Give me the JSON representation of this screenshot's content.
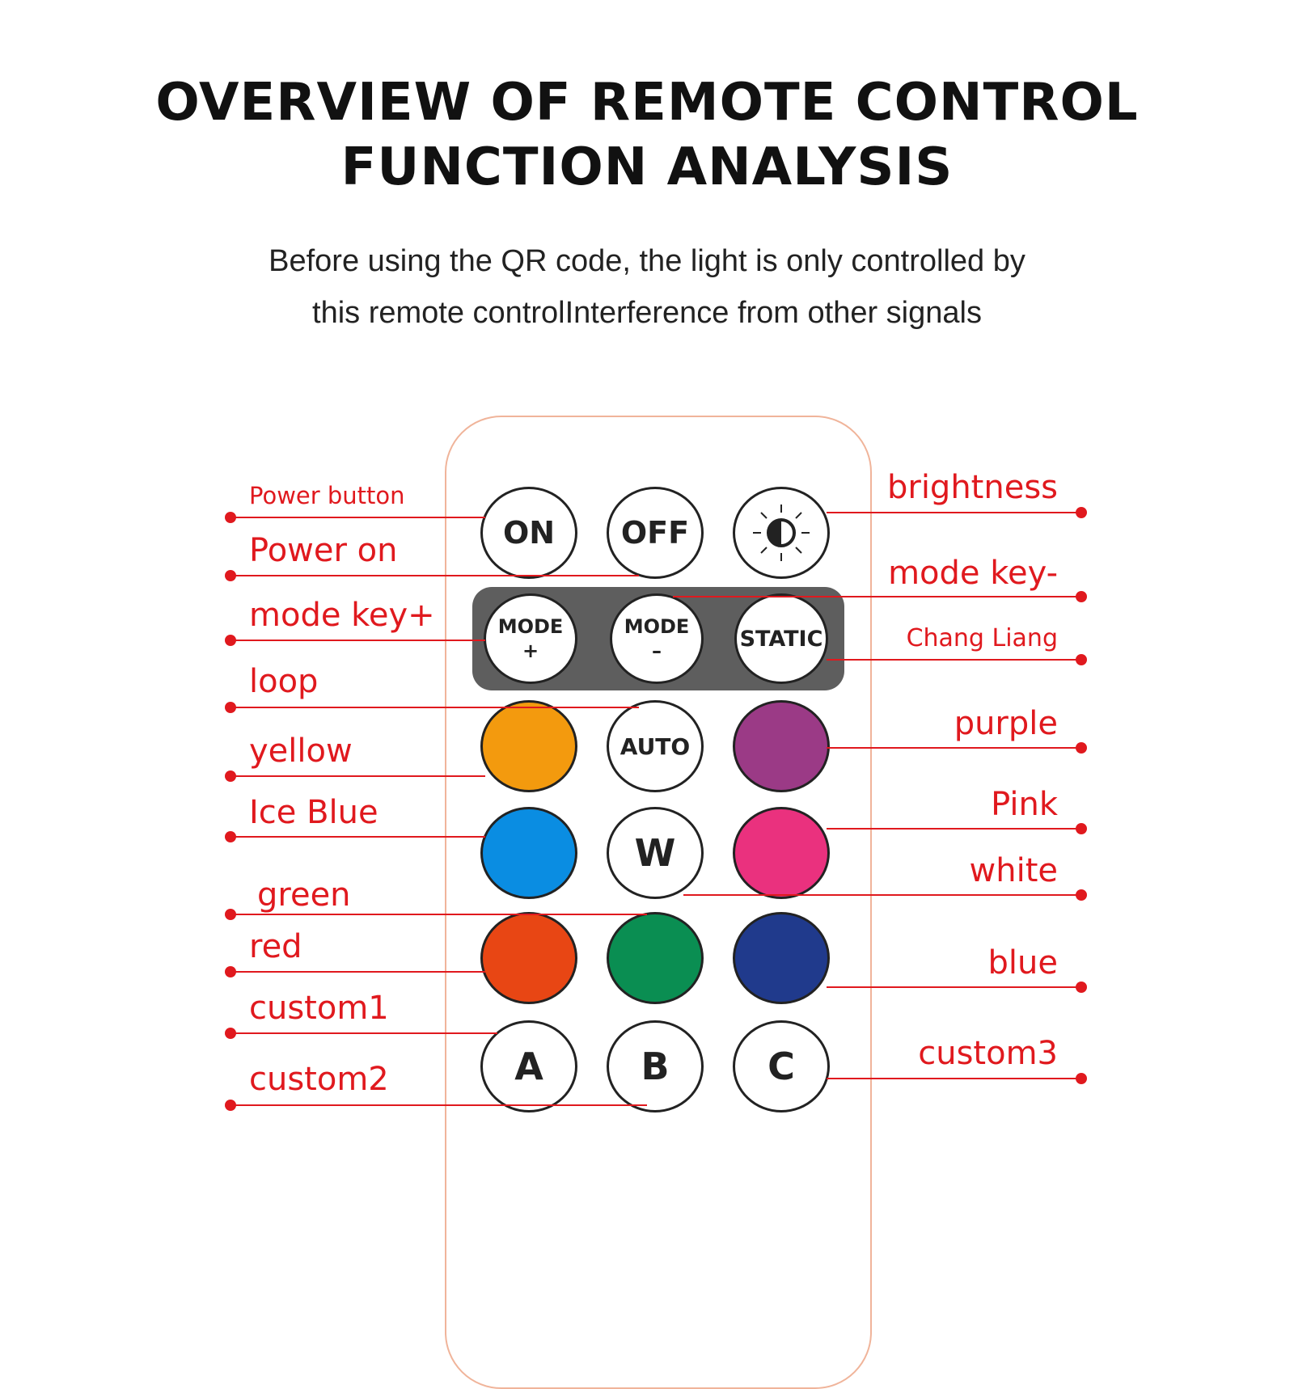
{
  "title_line1": "OVERVIEW OF REMOTE CONTROL",
  "title_line2": "FUNCTION ANALYSIS",
  "subtitle_line1": "Before using the QR code, the light is only controlled by",
  "subtitle_line2": "this remote controlInterference from other signals",
  "colors": {
    "label": "#e0191e",
    "yellow": "#f39a0e",
    "purple": "#9b3a86",
    "ice_blue": "#0a8de2",
    "pink": "#ea317e",
    "red": "#e84614",
    "green": "#0a8e52",
    "blue": "#203a8c",
    "mode_panel": "#5e5e5e"
  },
  "buttons": {
    "on": "ON",
    "off": "OFF",
    "mode_plus_top": "MODE",
    "mode_plus_bottom": "+",
    "mode_minus_top": "MODE",
    "mode_minus_bottom": "–",
    "static": "STATIC",
    "auto": "AUTO",
    "w": "W",
    "a": "A",
    "b": "B",
    "c": "C"
  },
  "left_labels": {
    "power_button": "Power button",
    "power_on": "Power on",
    "mode_key_plus": "mode key+",
    "loop": "loop",
    "yellow": "yellow",
    "ice_blue": "Ice Blue",
    "green": "green",
    "red": "red",
    "custom1": "custom1",
    "custom2": "custom2"
  },
  "right_labels": {
    "brightness": "brightness",
    "mode_key_minus": "mode key-",
    "chang_liang": "Chang Liang",
    "purple": "purple",
    "pink": "Pink",
    "white": "white",
    "blue": "blue",
    "custom3": "custom3"
  }
}
